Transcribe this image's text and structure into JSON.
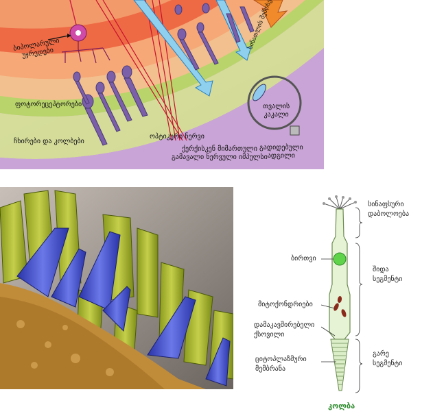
{
  "top_figure": {
    "labels": {
      "bipolar": [
        "ბიპოლარული",
        "უჯრედები"
      ],
      "photoreceptors": "ფოტორეცეპტორები",
      "rods_cones": "ჩხირები და კოლბები",
      "optic_nerve": "ოპტიკური ნერვი",
      "impulse": [
        "ქერქისკენ მიმართული",
        "გამავალი ნერვული იმპულსი"
      ],
      "eyeball": [
        "თვალის",
        "კაკალი"
      ],
      "enlarged": [
        "გადიდებული",
        "ადგილი"
      ],
      "arrow_light": [
        "სინათლის",
        "შემოსვლა"
      ]
    }
  },
  "cone_figure": {
    "title": "კოლბა",
    "labels": {
      "synaptic": [
        "სინაფსური",
        "დაბოლოება"
      ],
      "nucleus": "ბირთვი",
      "inner": [
        "შიდა",
        "სეგმენტი"
      ],
      "mito": "მიტოქონდრიები",
      "cilium": [
        "დამაკავშირებელი",
        "ქსოვილი"
      ],
      "outer": [
        "გარე",
        "სეგმენტი"
      ],
      "membrane": [
        "ციტოპლაზმური",
        "მემბრანა"
      ]
    }
  },
  "colors": {
    "red_band": "#e8523a",
    "orange_band": "#f5a266",
    "green_band": "#c9e07a",
    "purple_bg": "#c9a9d6",
    "cell_purple": "#7b5fa8",
    "rod_blue": "#5a66d4",
    "cone_yellow": "#b9c23a",
    "nucleus_green": "#5fd44a"
  }
}
